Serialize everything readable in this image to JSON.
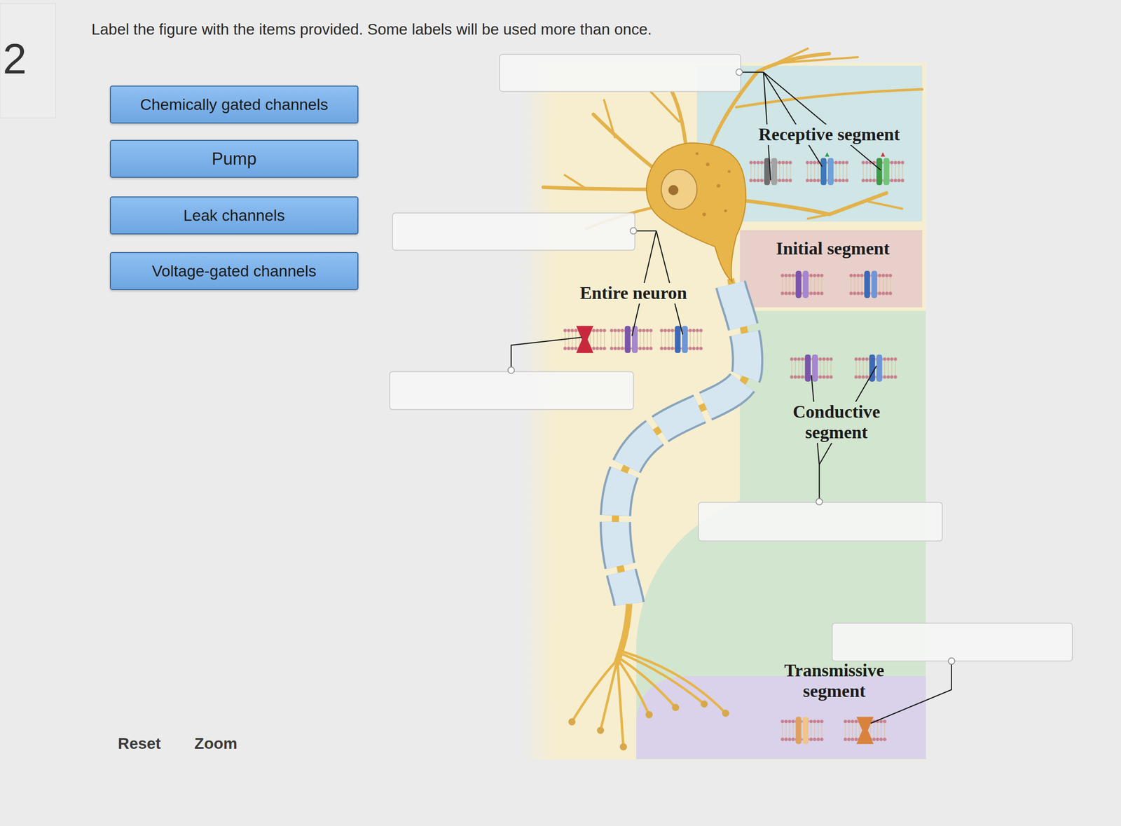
{
  "diagram": {
    "title": "Label the figure with the items provided. Some labels will be used more than once.",
    "nodes": [
      {
        "text": [
          "Chemically gated channels"
        ]
      },
      {
        "text": [
          "Pump"
        ]
      },
      {
        "text": [
          "Leak channels"
        ]
      },
      {
        "text": [
          "Voltage-gated channels"
        ]
      },
      {
        "text": [
          "Receptive segment"
        ]
      },
      {
        "text": [
          "Initial segment"
        ]
      },
      {
        "text": [
          "Entire neuron"
        ]
      },
      {
        "text": [
          "Conductive segment"
        ]
      },
      {
        "text": [
          "Transmissive segment"
        ]
      }
    ],
    "labels": [
      "2",
      "Reset",
      "Zoom"
    ]
  }
}
